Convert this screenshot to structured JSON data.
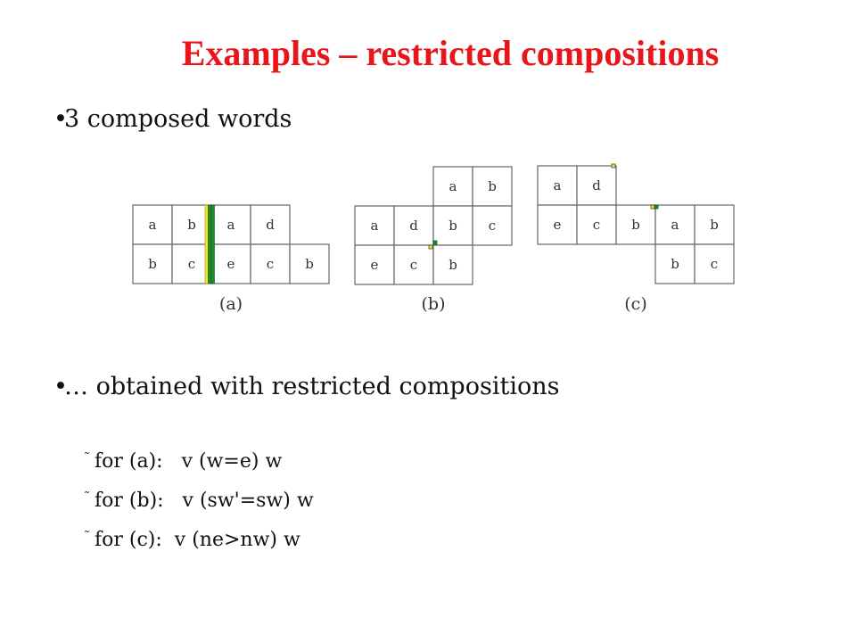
{
  "title": "Examples – restricted compositions",
  "bullets": [
    "3 composed words",
    "… obtained with restricted compositions"
  ],
  "bullet_marker": "•",
  "sub_marker": "˜",
  "sub_items": [
    {
      "label": "for (a):",
      "expr": "v (w=e) w"
    },
    {
      "label": "for (b):",
      "expr": "v (sw'=sw) w"
    },
    {
      "label": "for (c):",
      "expr": "v (ne>nw) w"
    }
  ],
  "figure": {
    "panels": [
      {
        "caption": "(a)",
        "left_rows": [
          [
            "a",
            "b"
          ],
          [
            "b",
            "c"
          ]
        ],
        "right_rows": [
          [
            "a",
            "d"
          ],
          [
            "e",
            "c",
            "b"
          ]
        ]
      },
      {
        "caption": "(b)",
        "left_rows": [
          [
            "a",
            "d"
          ],
          [
            "e",
            "c"
          ]
        ],
        "right_rows": [
          [
            "a",
            "b"
          ],
          [
            "b",
            "c"
          ],
          [
            "b"
          ]
        ]
      },
      {
        "caption": "(c)",
        "left_rows": [
          [
            "a",
            "d"
          ],
          [
            "e",
            "c",
            "b"
          ]
        ],
        "right_rows": [
          [
            "a",
            "b"
          ],
          [
            "b",
            "c"
          ]
        ]
      }
    ],
    "colors": {
      "green": "#1f8f2e",
      "yellow": "#f5ea1c",
      "red_title": "#e8161b"
    }
  }
}
